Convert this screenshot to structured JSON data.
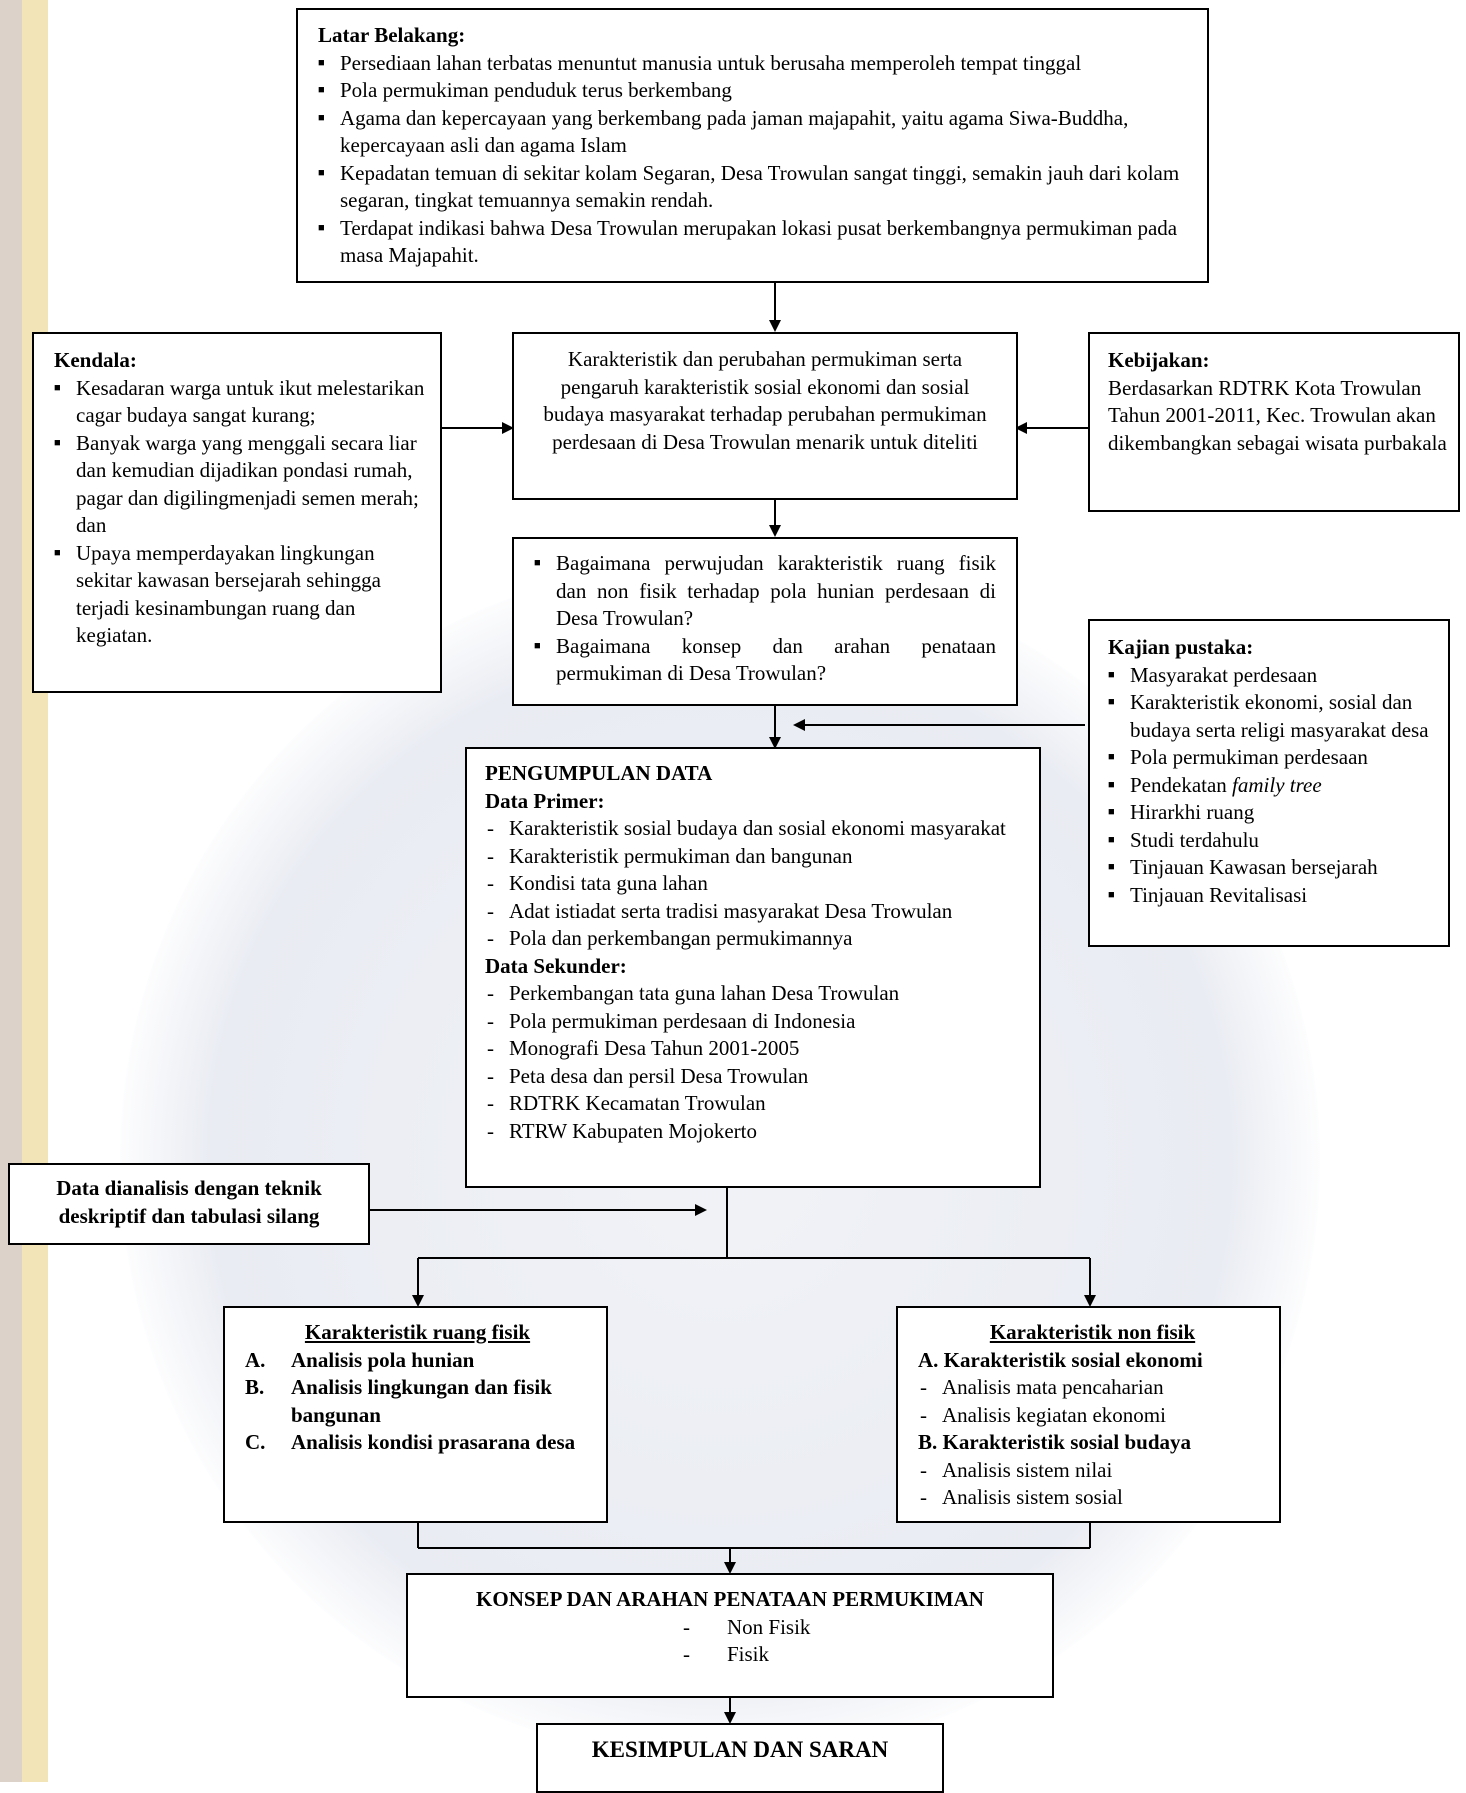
{
  "latar": {
    "title": "Latar Belakang:",
    "items": [
      "Persediaan lahan terbatas menuntut manusia untuk berusaha memperoleh tempat tinggal",
      "Pola permukiman penduduk terus berkembang",
      "Agama dan kepercayaan yang berkembang pada jaman majapahit, yaitu agama Siwa-Buddha, kepercayaan asli dan agama Islam",
      "Kepadatan temuan di sekitar kolam Segaran, Desa Trowulan sangat tinggi, semakin jauh dari kolam segaran, tingkat temuannya semakin rendah.",
      "Terdapat indikasi bahwa Desa Trowulan merupakan lokasi pusat berkembangnya permukiman pada masa Majapahit."
    ]
  },
  "kendala": {
    "title": "Kendala:",
    "items": [
      "Kesadaran warga untuk ikut melestarikan cagar budaya sangat kurang;",
      "Banyak warga yang menggali secara liar dan kemudian dijadikan pondasi rumah, pagar dan digilingmenjadi semen merah; dan",
      "Upaya memperdayakan lingkungan sekitar kawasan bersejarah sehingga terjadi kesinambungan ruang dan kegiatan."
    ]
  },
  "center": {
    "text": "Karakteristik dan perubahan permukiman serta pengaruh karakteristik sosial ekonomi dan sosial budaya masyarakat terhadap perubahan permukiman perdesaan di Desa Trowulan menarik untuk diteliti"
  },
  "kebijakan": {
    "title": "Kebijakan:",
    "text": "Berdasarkan RDTRK Kota Trowulan Tahun 2001-2011, Kec. Trowulan akan dikembangkan sebagai wisata purbakala"
  },
  "questions": {
    "items": [
      "Bagaimana perwujudan karakteristik ruang fisik dan non fisik terhadap pola hunian perdesaan di Desa Trowulan?",
      "Bagaimana konsep dan arahan penataan permukiman di Desa Trowulan?"
    ]
  },
  "kajian": {
    "title": "Kajian pustaka:",
    "items": [
      "Masyarakat perdesaan",
      "Karakteristik ekonomi, sosial dan budaya serta religi masyarakat desa",
      "Pola permukiman perdesaan",
      "Pendekatan ",
      "Hirarkhi ruang",
      "Studi terdahulu",
      "Tinjauan Kawasan bersejarah",
      "Tinjauan Revitalisasi"
    ],
    "italic_suffix": "family tree"
  },
  "pengumpulan": {
    "title": "PENGUMPULAN DATA",
    "primer_title": "Data Primer:",
    "primer": [
      "Karakteristik sosial budaya dan sosial ekonomi masyarakat",
      "Karakteristik permukiman dan bangunan",
      "Kondisi tata guna lahan",
      "Adat istiadat serta tradisi masyarakat Desa Trowulan",
      "Pola dan  perkembangan permukimannya"
    ],
    "sekunder_title": "Data Sekunder:",
    "sekunder": [
      "Perkembangan tata guna lahan Desa Trowulan",
      "Pola permukiman perdesaan di Indonesia",
      "Monografi Desa Tahun 2001-2005",
      "Peta desa dan persil Desa Trowulan",
      "RDTRK Kecamatan Trowulan",
      "RTRW Kabupaten Mojokerto"
    ]
  },
  "analisis": {
    "text": "Data dianalisis dengan teknik deskriptif dan tabulasi silang"
  },
  "fisik": {
    "title": "Karakteristik ruang fisik",
    "items": [
      {
        "letter": "A.",
        "text": "Analisis pola hunian"
      },
      {
        "letter": "B.",
        "text": "Analisis lingkungan dan fisik bangunan"
      },
      {
        "letter": "C.",
        "text": "Analisis kondisi prasarana desa"
      }
    ]
  },
  "nonfisik": {
    "title": "Karakteristik non fisik",
    "a_title": "A. Karakteristik sosial ekonomi",
    "a_items": [
      "Analisis mata pencaharian",
      "Analisis kegiatan ekonomi"
    ],
    "b_title": "B. Karakteristik sosial budaya",
    "b_items": [
      "Analisis sistem nilai",
      "Analisis sistem sosial"
    ]
  },
  "konsep": {
    "title": "KONSEP DAN ARAHAN PENATAAN PERMUKIMAN",
    "items": [
      "Non Fisik",
      "Fisik"
    ]
  },
  "kesimpulan": {
    "title": "KESIMPULAN DAN SARAN"
  }
}
